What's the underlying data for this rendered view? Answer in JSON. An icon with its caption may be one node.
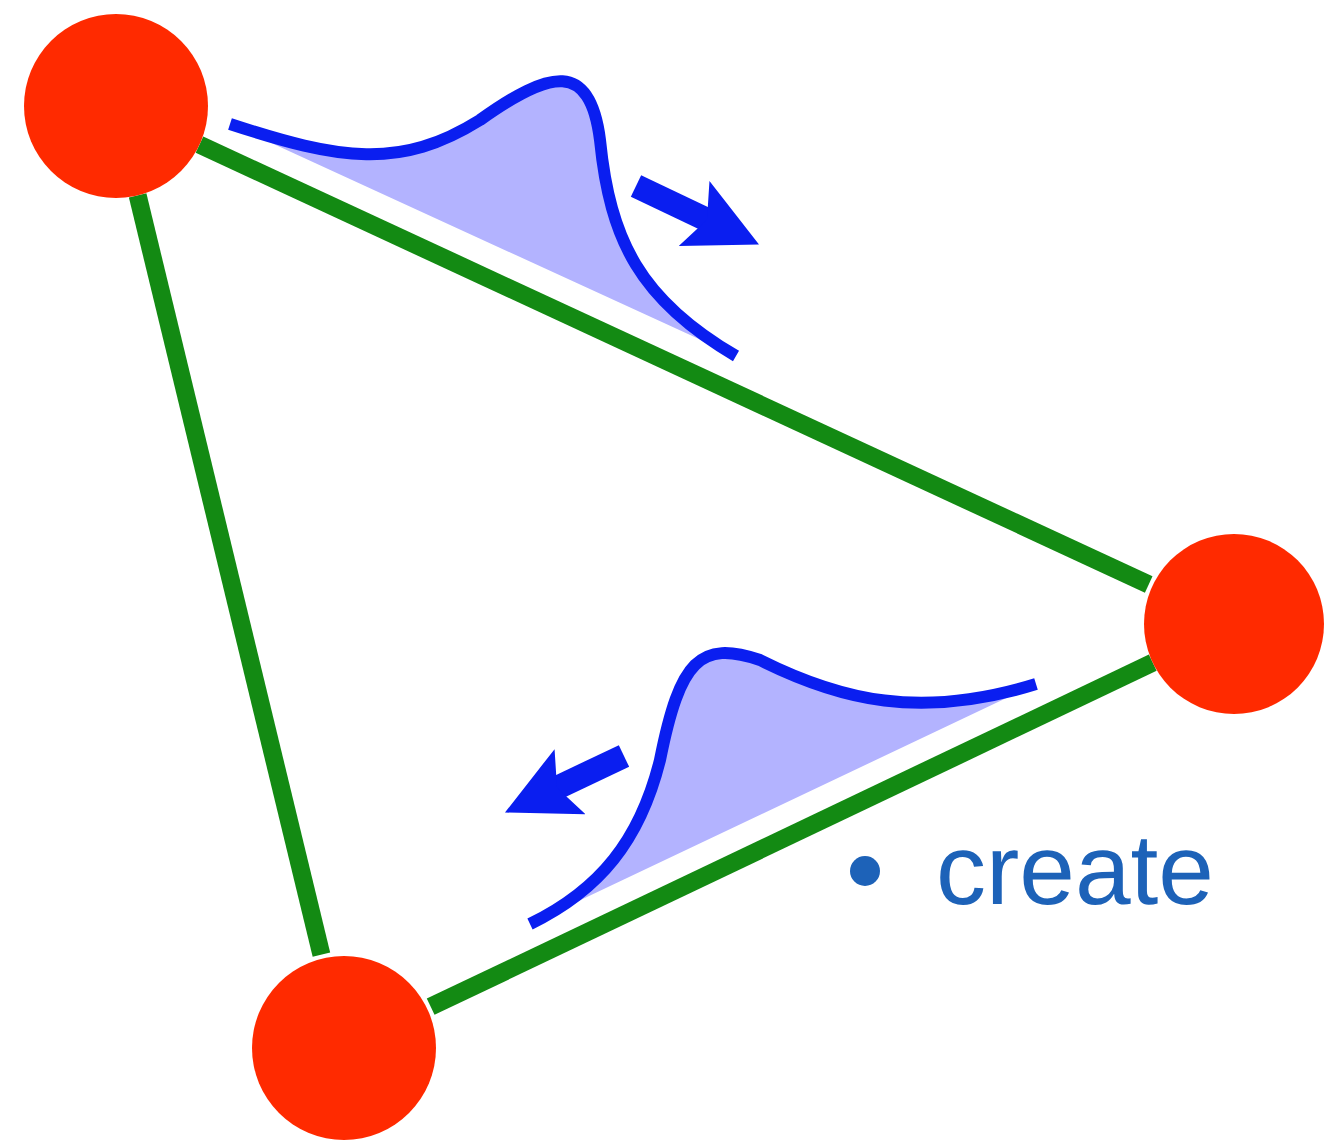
{
  "diagram": {
    "nodes": [
      {
        "text": [],
        "shape": "circle"
      },
      {
        "text": [],
        "shape": "circle"
      },
      {
        "text": [],
        "shape": "circle"
      }
    ],
    "edges": [
      {
        "from": 0,
        "to": 1,
        "arrow": "none"
      },
      {
        "from": 0,
        "to": 2,
        "arrow": "none"
      },
      {
        "from": 1,
        "to": 2,
        "arrow": "none"
      }
    ],
    "labels": [
      "create"
    ]
  }
}
